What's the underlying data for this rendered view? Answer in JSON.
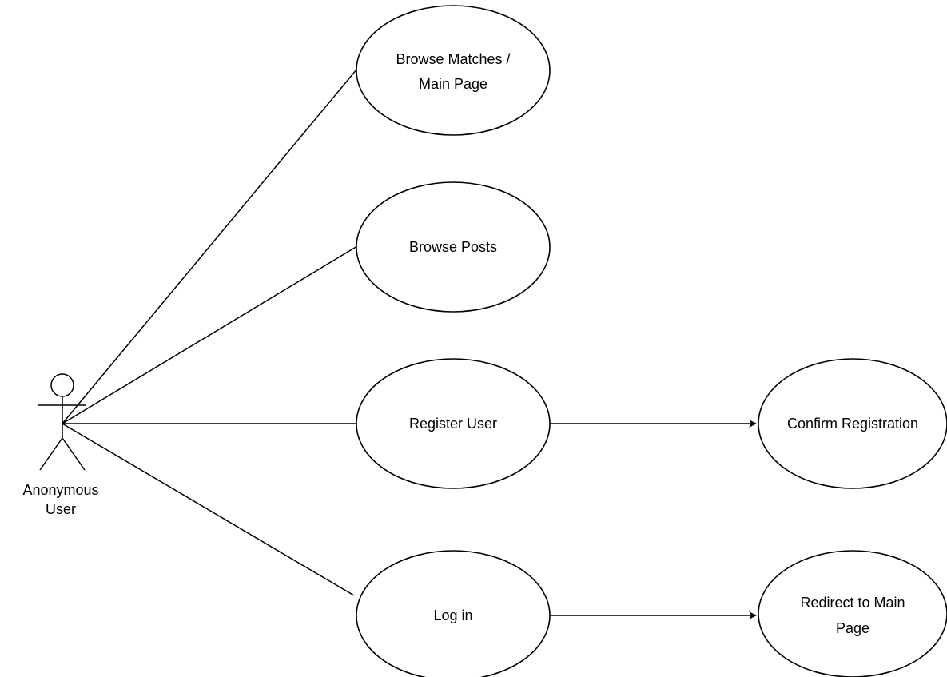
{
  "actor": {
    "label_line1": "Anonymous",
    "label_line2": "User"
  },
  "use_cases": {
    "browse_matches": {
      "line1": "Browse Matches /",
      "line2": "Main Page"
    },
    "browse_posts": {
      "line1": "Browse Posts"
    },
    "register_user": {
      "line1": "Register User"
    },
    "log_in": {
      "line1": "Log in"
    },
    "confirm_registration": {
      "line1": "Confirm Registration"
    },
    "redirect_main": {
      "line1": "Redirect to Main",
      "line2": "Page"
    }
  },
  "colors": {
    "stroke": "#000000",
    "fill": "#ffffff",
    "background": "#ffffff"
  }
}
